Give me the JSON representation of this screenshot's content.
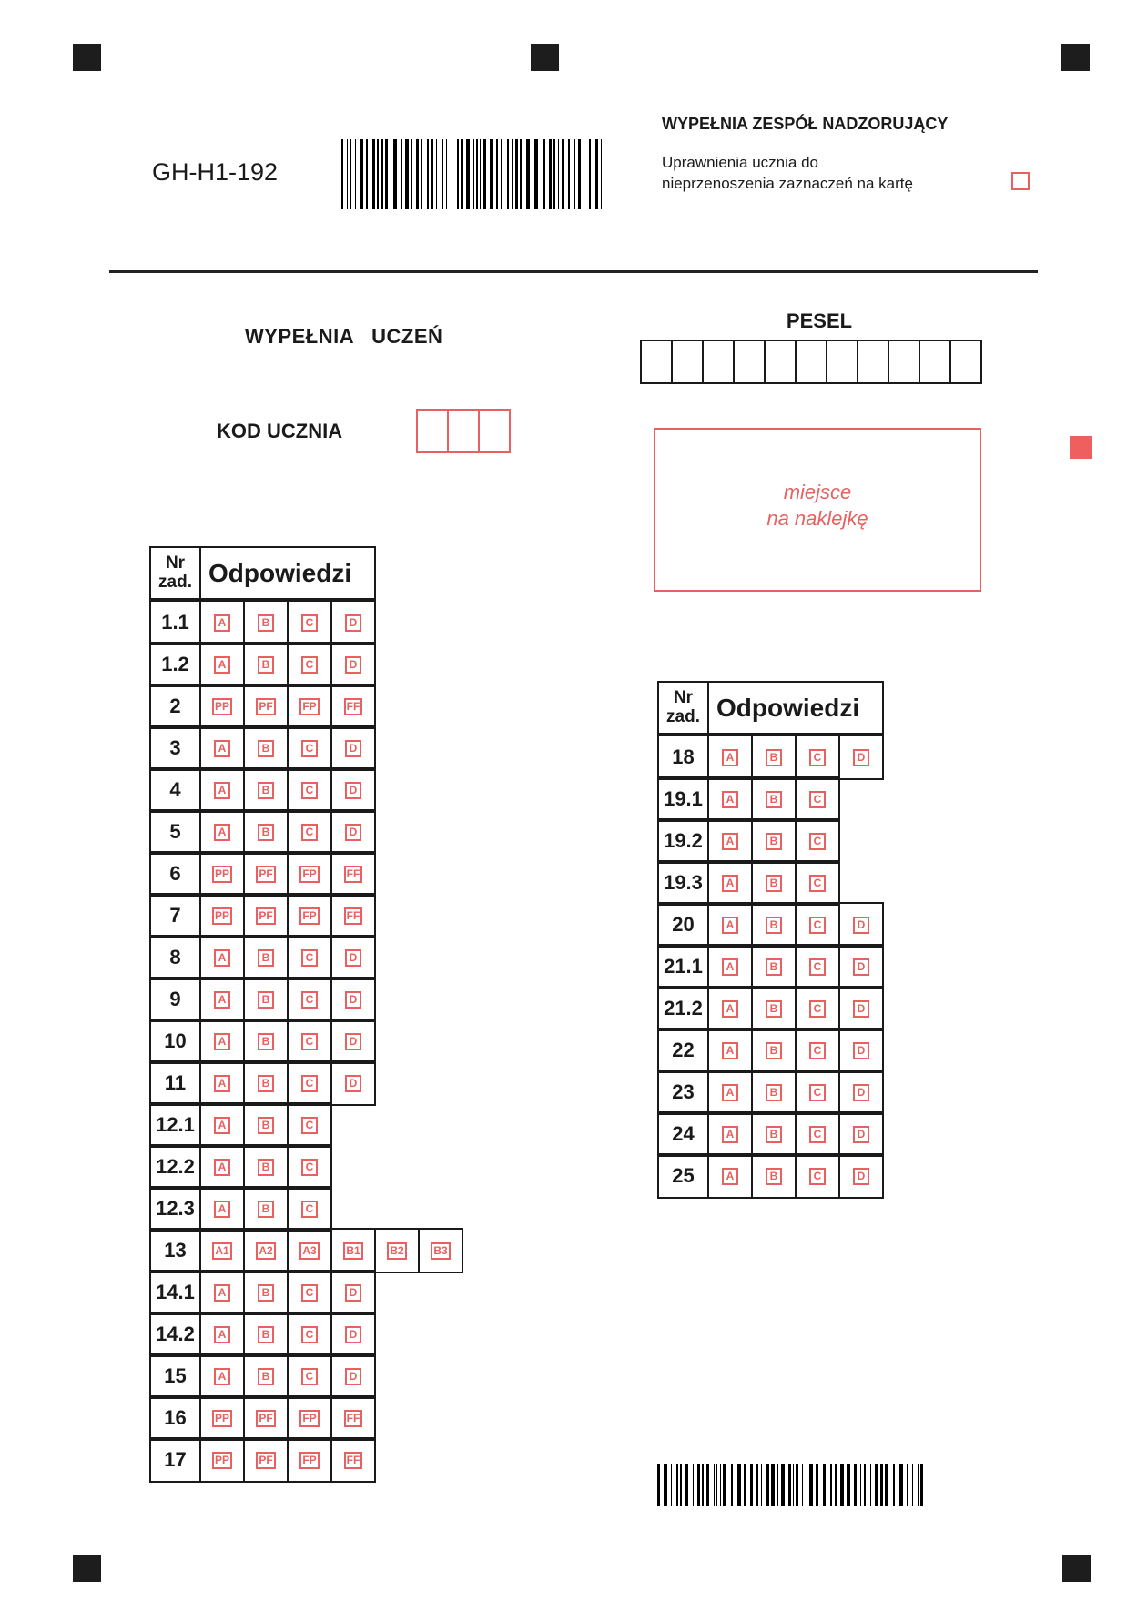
{
  "header": {
    "exam_code": "GH-H1-192",
    "supervisor_title": "WYPEŁNIA ZESPÓŁ NADZORUJĄCY",
    "permission_line1": "Uprawnienia ucznia do",
    "permission_line2": "nieprzenoszenia zaznaczeń na kartę",
    "permission_checked": false
  },
  "student": {
    "title": "WYPEŁNIA   UCZEŃ",
    "pesel_label": "PESEL",
    "pesel_boxes": 11,
    "kod_label": "KOD UCZNIA",
    "kod_boxes": 3,
    "sticker_line1": "miejsce",
    "sticker_line2": "na naklejkę"
  },
  "colors": {
    "accent": "#e8605f",
    "ink": "#1a1a1a"
  },
  "table_header": {
    "nr_line1": "Nr",
    "nr_line2": "zad.",
    "answers": "Odpowiedzi"
  },
  "left_table": [
    {
      "nr": "1.1",
      "options": [
        "A",
        "B",
        "C",
        "D"
      ]
    },
    {
      "nr": "1.2",
      "options": [
        "A",
        "B",
        "C",
        "D"
      ]
    },
    {
      "nr": "2",
      "options": [
        "PP",
        "PF",
        "FP",
        "FF"
      ]
    },
    {
      "nr": "3",
      "options": [
        "A",
        "B",
        "C",
        "D"
      ]
    },
    {
      "nr": "4",
      "options": [
        "A",
        "B",
        "C",
        "D"
      ]
    },
    {
      "nr": "5",
      "options": [
        "A",
        "B",
        "C",
        "D"
      ]
    },
    {
      "nr": "6",
      "options": [
        "PP",
        "PF",
        "FP",
        "FF"
      ]
    },
    {
      "nr": "7",
      "options": [
        "PP",
        "PF",
        "FP",
        "FF"
      ]
    },
    {
      "nr": "8",
      "options": [
        "A",
        "B",
        "C",
        "D"
      ]
    },
    {
      "nr": "9",
      "options": [
        "A",
        "B",
        "C",
        "D"
      ]
    },
    {
      "nr": "10",
      "options": [
        "A",
        "B",
        "C",
        "D"
      ]
    },
    {
      "nr": "11",
      "options": [
        "A",
        "B",
        "C",
        "D"
      ]
    },
    {
      "nr": "12.1",
      "options": [
        "A",
        "B",
        "C"
      ]
    },
    {
      "nr": "12.2",
      "options": [
        "A",
        "B",
        "C"
      ]
    },
    {
      "nr": "12.3",
      "options": [
        "A",
        "B",
        "C"
      ]
    },
    {
      "nr": "13",
      "options": [
        "A1",
        "A2",
        "A3",
        "B1",
        "B2",
        "B3"
      ]
    },
    {
      "nr": "14.1",
      "options": [
        "A",
        "B",
        "C",
        "D"
      ]
    },
    {
      "nr": "14.2",
      "options": [
        "A",
        "B",
        "C",
        "D"
      ]
    },
    {
      "nr": "15",
      "options": [
        "A",
        "B",
        "C",
        "D"
      ]
    },
    {
      "nr": "16",
      "options": [
        "PP",
        "PF",
        "FP",
        "FF"
      ]
    },
    {
      "nr": "17",
      "options": [
        "PP",
        "PF",
        "FP",
        "FF"
      ]
    }
  ],
  "right_table": [
    {
      "nr": "18",
      "options": [
        "A",
        "B",
        "C",
        "D"
      ]
    },
    {
      "nr": "19.1",
      "options": [
        "A",
        "B",
        "C"
      ]
    },
    {
      "nr": "19.2",
      "options": [
        "A",
        "B",
        "C"
      ]
    },
    {
      "nr": "19.3",
      "options": [
        "A",
        "B",
        "C"
      ]
    },
    {
      "nr": "20",
      "options": [
        "A",
        "B",
        "C",
        "D"
      ]
    },
    {
      "nr": "21.1",
      "options": [
        "A",
        "B",
        "C",
        "D"
      ]
    },
    {
      "nr": "21.2",
      "options": [
        "A",
        "B",
        "C",
        "D"
      ]
    },
    {
      "nr": "22",
      "options": [
        "A",
        "B",
        "C",
        "D"
      ]
    },
    {
      "nr": "23",
      "options": [
        "A",
        "B",
        "C",
        "D"
      ]
    },
    {
      "nr": "24",
      "options": [
        "A",
        "B",
        "C",
        "D"
      ]
    },
    {
      "nr": "25",
      "options": [
        "A",
        "B",
        "C",
        "D"
      ]
    }
  ]
}
